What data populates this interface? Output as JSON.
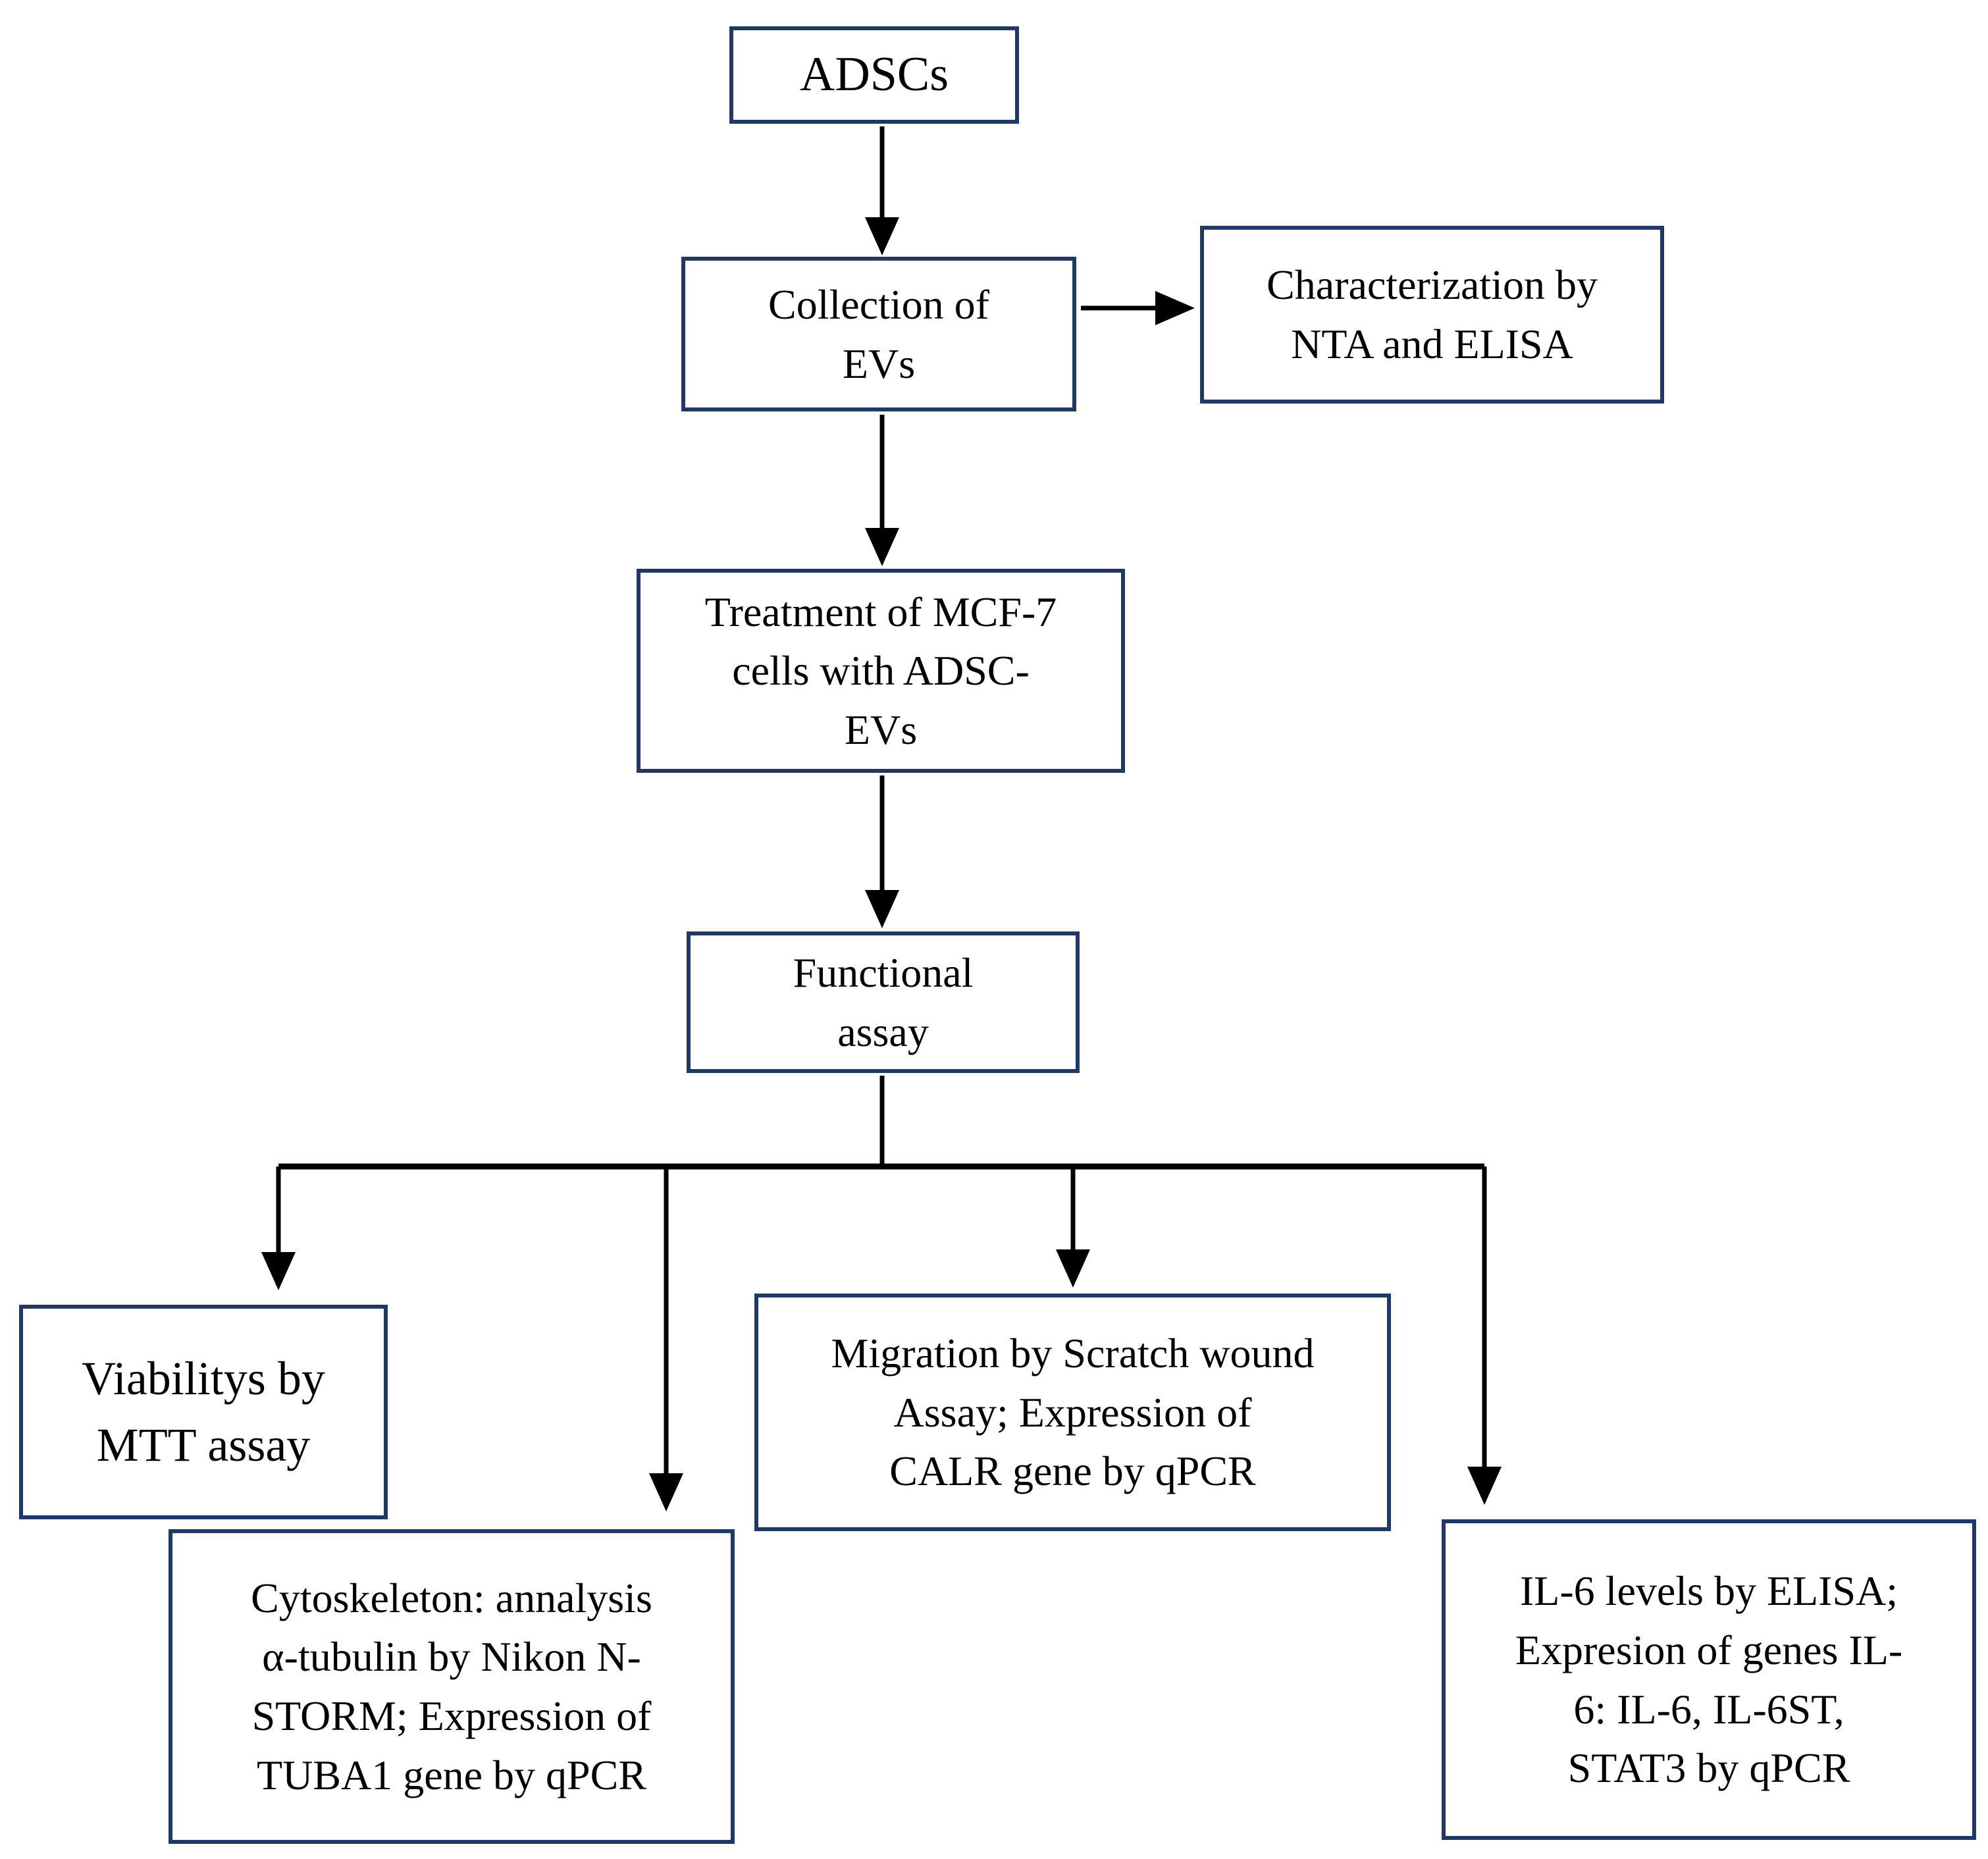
{
  "diagram_title": "ADSC-EV study workflow flowchart",
  "colors": {
    "box_border": "#1f3864",
    "box_fill": "#ffffff",
    "arrow": "#000000",
    "text": "#000000",
    "background": "#ffffff"
  },
  "nodes": {
    "adscs": {
      "text": "ADSCs"
    },
    "collection": {
      "text": "Collection of\nEVs"
    },
    "characterization": {
      "text": "Characterization by\nNTA and ELISA"
    },
    "treatment": {
      "text": "Treatment of MCF-7\ncells with ADSC-\nEVs"
    },
    "functional": {
      "text": "Functional\nassay"
    },
    "viability": {
      "text": "Viabilitys by\nMTT assay"
    },
    "cytoskeleton": {
      "text": "Cytoskeleton: annalysis\nα-tubulin by Nikon N-\nSTORM;  Expression of\nTUBA1  gene by qPCR"
    },
    "migration": {
      "text": "Migration by Scratch wound\nAssay; Expression of\nCALR gene by qPCR"
    },
    "il6": {
      "text": "IL-6 levels by ELISA;\nExpresion of genes IL-\n6: IL-6, IL-6ST,\nSTAT3 by qPCR"
    }
  },
  "edges": [
    {
      "from": "adscs",
      "to": "collection"
    },
    {
      "from": "collection",
      "to": "characterization"
    },
    {
      "from": "collection",
      "to": "treatment"
    },
    {
      "from": "treatment",
      "to": "functional"
    },
    {
      "from": "functional",
      "to": "viability"
    },
    {
      "from": "functional",
      "to": "cytoskeleton"
    },
    {
      "from": "functional",
      "to": "migration"
    },
    {
      "from": "functional",
      "to": "il6"
    }
  ]
}
